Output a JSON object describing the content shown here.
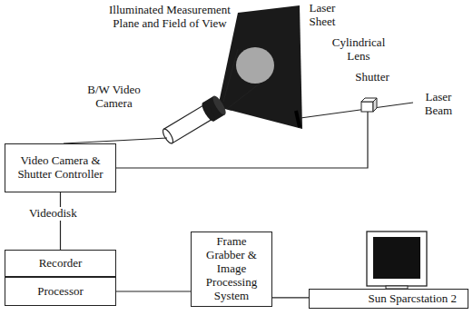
{
  "diagram": {
    "nodes": [
      {
        "text": [
          "Video Camera & Shutter Controller"
        ]
      },
      {
        "text": [
          "Recorder"
        ]
      },
      {
        "text": [
          "Processor"
        ]
      },
      {
        "text": [
          "Frame Grabber & Image Processing System"
        ]
      },
      {
        "text": [
          "Sun Sparcstation 2"
        ]
      }
    ],
    "edges": [
      {
        "from": 0,
        "to": 1,
        "arrow": "none"
      },
      {
        "from": 2,
        "to": 3,
        "arrow": "none"
      },
      {
        "from": 3,
        "to": 4,
        "arrow": "none"
      }
    ],
    "labels": [
      "Illuminated Measurement Plane and Field of View",
      "Laser Sheet",
      "Cylindrical Lens",
      "Shutter",
      "Laser Beam",
      "B/W Video Camera",
      "Videodisk"
    ]
  }
}
